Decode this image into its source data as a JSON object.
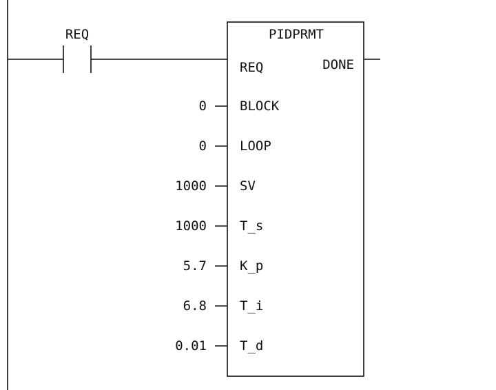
{
  "contact": {
    "label": "REQ"
  },
  "block": {
    "name": "PIDPRMT",
    "output": "DONE",
    "inputs": [
      {
        "pin": "REQ",
        "value": ""
      },
      {
        "pin": "BLOCK",
        "value": "0"
      },
      {
        "pin": "LOOP",
        "value": "0"
      },
      {
        "pin": "SV",
        "value": "1000"
      },
      {
        "pin": "T_s",
        "value": "1000"
      },
      {
        "pin": "K_p",
        "value": "5.7"
      },
      {
        "pin": "T_i",
        "value": "6.8"
      },
      {
        "pin": "T_d",
        "value": "0.01"
      }
    ]
  }
}
